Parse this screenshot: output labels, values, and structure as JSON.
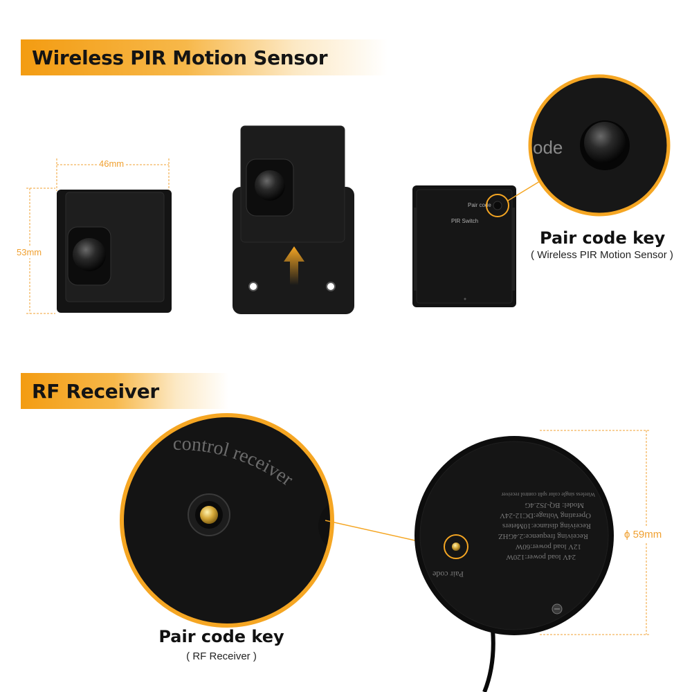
{
  "sections": {
    "sensor_title": "Wireless PIR Motion Sensor",
    "receiver_title": "RF Receiver"
  },
  "sensor": {
    "width_label": "46mm",
    "height_label": "53mm",
    "back_pair_label": "Pair code",
    "back_switch_label": "PIR Switch",
    "zoom_text": "ode",
    "key_title": "Pair code key",
    "key_subtitle": "( Wireless PIR Motion Sensor )"
  },
  "receiver": {
    "diameter_label": "ϕ 59mm",
    "zoom_arc_text": "control receiver",
    "disc_lines": [
      "24V load power:120W",
      "12V load power:60W",
      "Receiving frequence:2.4GHZ",
      "Receiving distance:10Meters",
      "Operating Voltage:DC12-24V",
      "Model: BQ-JS2.4G",
      "Wireless single color split control receiver"
    ],
    "disc_pair_label": "Pair code",
    "key_title": "Pair code key",
    "key_subtitle": "( RF Receiver )"
  },
  "colors": {
    "accent": "#f39c12",
    "device": "#111111"
  }
}
